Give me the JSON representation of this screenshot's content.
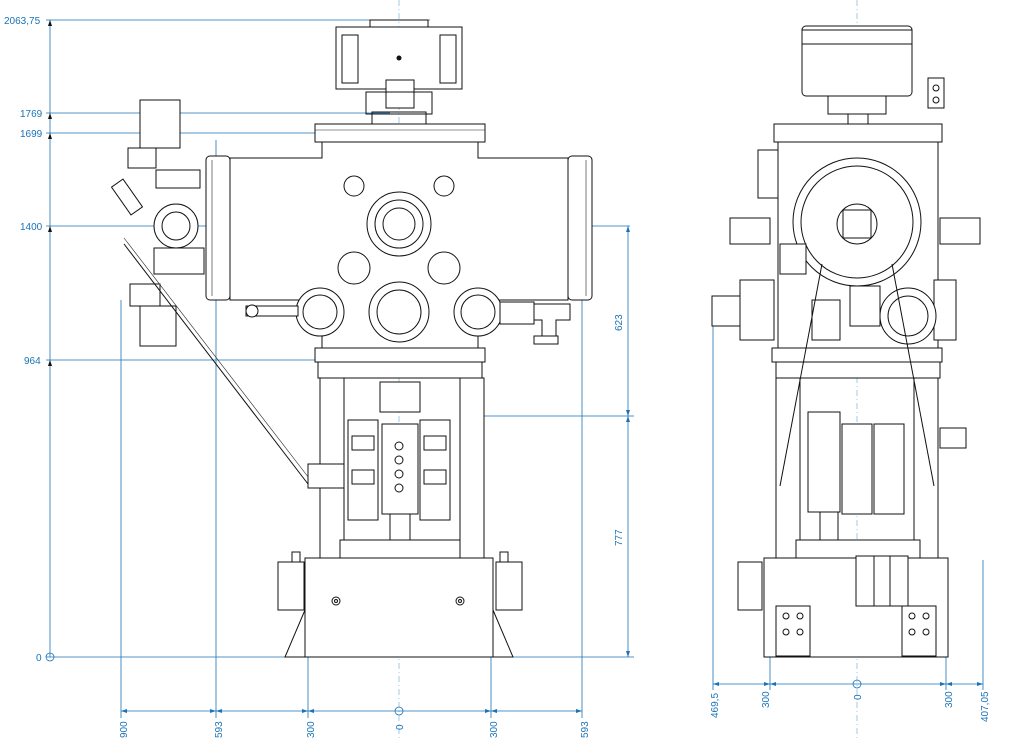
{
  "drawing": {
    "left_view": {
      "height_dims": [
        "2063,75",
        "1769",
        "1699",
        "1400",
        "964",
        "0"
      ],
      "right_side_dims": [
        "623",
        "777"
      ],
      "bottom_dims": [
        "900",
        "593",
        "300",
        "0",
        "300",
        "593"
      ]
    },
    "right_view": {
      "bottom_dims": [
        "469,5",
        "300",
        "0",
        "300",
        "407,05"
      ]
    }
  }
}
